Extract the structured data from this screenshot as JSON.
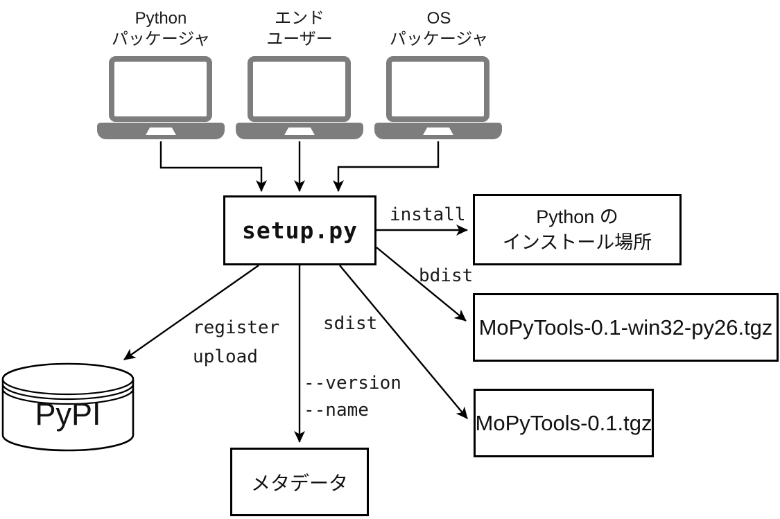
{
  "diagram": {
    "actors": [
      {
        "lines": [
          "Python",
          "パッケージャ"
        ]
      },
      {
        "lines": [
          "エンド",
          "ユーザー"
        ]
      },
      {
        "lines": [
          "OS",
          "パッケージャ"
        ]
      }
    ],
    "center_node": {
      "label": "setup.py"
    },
    "targets": {
      "install_location": {
        "lines": [
          "Python の",
          "インストール場所"
        ]
      },
      "bdist_file": {
        "label": "MoPyTools-0.1-win32-py26.tgz"
      },
      "sdist_file": {
        "label": "MoPyTools-0.1.tgz"
      },
      "metadata": {
        "label": "メタデータ"
      },
      "pypi": {
        "label": "PyPI"
      }
    },
    "edge_labels": {
      "install": "install",
      "bdist": "bdist",
      "sdist": "sdist",
      "register": "register",
      "upload": "upload",
      "version_flag": "--version",
      "name_flag": "--name"
    },
    "colors": {
      "laptop_gray": "#7d7d7d",
      "line_black": "#000000",
      "background": "#ffffff"
    }
  }
}
